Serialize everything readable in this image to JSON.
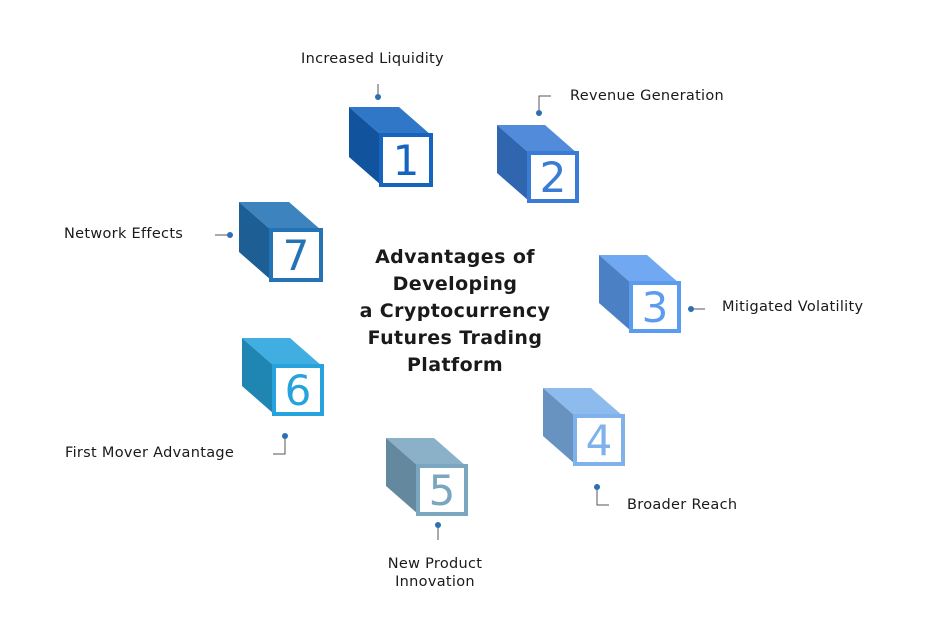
{
  "title_lines": [
    "Advantages of",
    "Developing",
    "a Cryptocurrency",
    "Futures Trading",
    "Platform"
  ],
  "items": [
    {
      "number": "1",
      "label": "Increased Liquidity",
      "front": "#ffffff",
      "color": "#1565c0"
    },
    {
      "number": "2",
      "label": "Revenue Generation",
      "front": "#ffffff",
      "color": "#3a7bd5"
    },
    {
      "number": "3",
      "label": "Mitigated Volatility",
      "front": "#ffffff",
      "color": "#5c9cf0"
    },
    {
      "number": "4",
      "label": "Broader Reach",
      "front": "#ffffff",
      "color": "#7fb2ea"
    },
    {
      "number": "5",
      "label": [
        "New Product",
        "Innovation"
      ],
      "front": "#ffffff",
      "color": "#7aa6bf"
    },
    {
      "number": "6",
      "label": "First Mover Advantage",
      "front": "#ffffff",
      "color": "#26a3dc"
    },
    {
      "number": "7",
      "label": "Network Effects",
      "front": "#ffffff",
      "color": "#2373b5"
    }
  ],
  "connector_color": "#2d6fb3"
}
